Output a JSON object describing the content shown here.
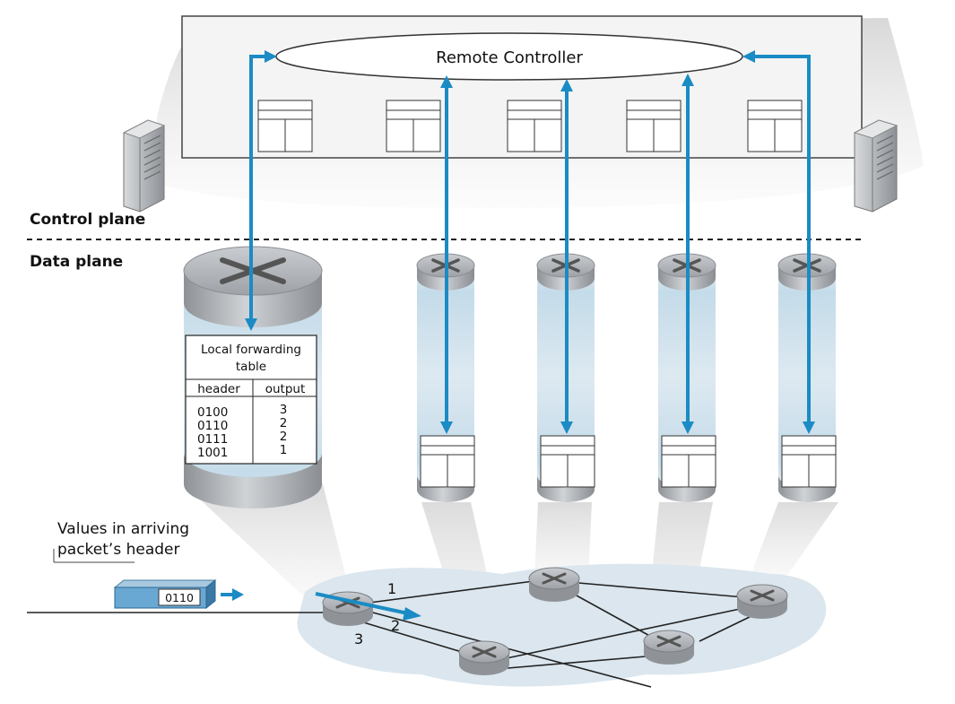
{
  "controller": {
    "label": "Remote Controller"
  },
  "planes": {
    "control": "Control plane",
    "data": "Data plane"
  },
  "forwarding_table": {
    "title_line1": "Local forwarding",
    "title_line2": "table",
    "col_header": "header",
    "col_output": "output",
    "headers": [
      "0100",
      "0110",
      "0111",
      "1001"
    ],
    "outputs": [
      "3",
      "2",
      "2",
      "1"
    ]
  },
  "packet": {
    "caption_line1": "Values in arriving",
    "caption_line2": "packet’s header",
    "value": "0110"
  },
  "ports": [
    "1",
    "2",
    "3"
  ],
  "colors": {
    "arrow": "#1a8bc4",
    "cloud": "#dbe6ee",
    "router": "#a4a8ac"
  },
  "icons": [
    "server-icon",
    "router-icon",
    "table-icon",
    "arrow-icon"
  ]
}
